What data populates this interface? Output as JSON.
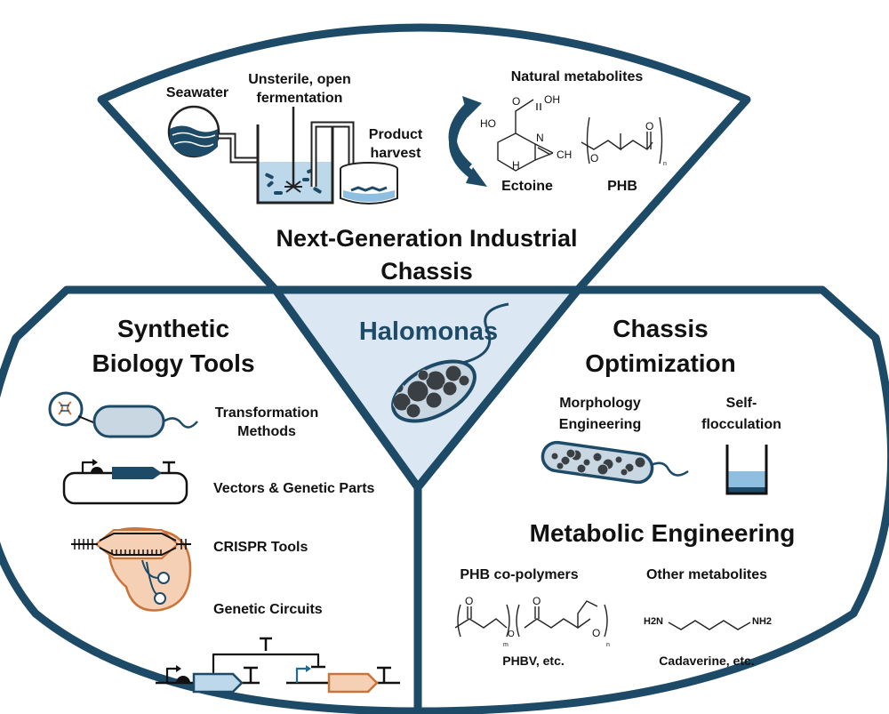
{
  "top": {
    "seawater": "Seawater",
    "fermentation_l1": "Unsterile, open",
    "fermentation_l2": "fermentation",
    "harvest_l1": "Product",
    "harvest_l2": "harvest",
    "metabolites_title": "Natural metabolites",
    "ectoine": "Ectoine",
    "phb": "PHB",
    "chassis_l1": "Next-Generation Industrial",
    "chassis_l2": "Chassis",
    "ectoine_atoms": {
      "oh": "OH",
      "o": "O",
      "ho": "HO",
      "n": "N",
      "h": "H",
      "ch": "CH"
    },
    "phb_atoms": {
      "o_ring": "O",
      "o_carbonyl": "O",
      "n": "n"
    }
  },
  "center": {
    "title": "Halomonas"
  },
  "left": {
    "title_l1": "Synthetic",
    "title_l2": "Biology Tools",
    "item1_l1": "Transformation",
    "item1_l2": "Methods",
    "item2": "Vectors & Genetic Parts",
    "item3": "CRISPR Tools",
    "item4": "Genetic Circuits"
  },
  "right": {
    "title_l1": "Chassis",
    "title_l2": "Optimization",
    "morph_l1": "Morphology",
    "morph_l2": "Engineering",
    "floc_l1": "Self-",
    "floc_l2": "flocculation",
    "metabolic_title": "Metabolic Engineering",
    "phb_copolymers": "PHB co-polymers",
    "other_metabolites": "Other metabolites",
    "phbv": "PHBV, etc.",
    "cadaverine": "Cadaverine, etc.",
    "h2n": "H2N",
    "nh2": "NH2",
    "phbv_atoms": {
      "o1": "O",
      "o2": "O",
      "o3": "O",
      "o4": "O",
      "m": "m",
      "n": "n"
    }
  },
  "colors": {
    "outline": "#1d4a66",
    "center_fill": "#dbe8f3",
    "cell_light": "#c9d7e3",
    "part_dark": "#1d4a66",
    "part_light": "#bcd8ea",
    "part_orange": "#f5d0b5",
    "orange": "#c8743a",
    "water": "#8fbfe0"
  }
}
